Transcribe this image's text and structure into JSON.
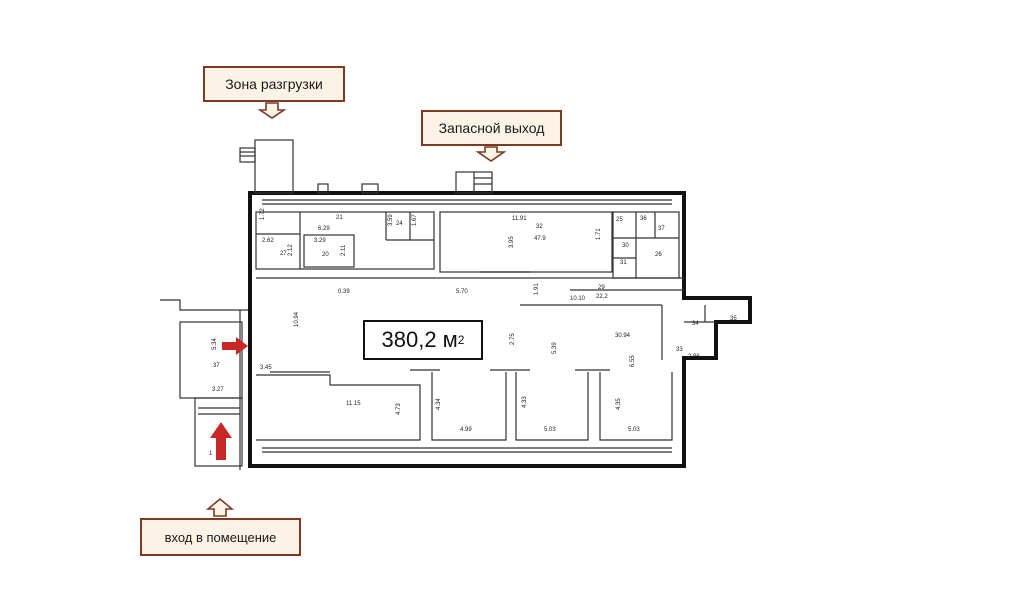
{
  "callouts": {
    "unloading_zone": "Зона разгрузки",
    "emergency_exit": "Запасной выход",
    "entrance": "вход в помещение"
  },
  "area": {
    "value": "380,2 м",
    "unit_sup": "2"
  },
  "labels": [
    {
      "text": "1.72"
    },
    {
      "text": "6.29"
    },
    {
      "text": "21"
    },
    {
      "text": "3.59"
    },
    {
      "text": "24"
    },
    {
      "text": "1.67"
    },
    {
      "text": "2.62"
    },
    {
      "text": "3.29"
    },
    {
      "text": "27"
    },
    {
      "text": "2.12"
    },
    {
      "text": "20"
    },
    {
      "text": "2.11"
    },
    {
      "text": "11.91"
    },
    {
      "text": "32"
    },
    {
      "text": "47.9"
    },
    {
      "text": "3.95"
    },
    {
      "text": "1.71"
    },
    {
      "text": "25"
    },
    {
      "text": "36"
    },
    {
      "text": "37"
    },
    {
      "text": "30"
    },
    {
      "text": "31"
    },
    {
      "text": "26"
    },
    {
      "text": "0.39"
    },
    {
      "text": "5.70"
    },
    {
      "text": "1.91"
    },
    {
      "text": "10.10"
    },
    {
      "text": "29"
    },
    {
      "text": "22.2"
    },
    {
      "text": "10.94"
    },
    {
      "text": "2.75"
    },
    {
      "text": "30.94"
    },
    {
      "text": "34"
    },
    {
      "text": "35"
    },
    {
      "text": "33"
    },
    {
      "text": "2.86"
    },
    {
      "text": "3.45"
    },
    {
      "text": "5.39"
    },
    {
      "text": "6.55"
    },
    {
      "text": "11.15"
    },
    {
      "text": "4.73"
    },
    {
      "text": "4.34"
    },
    {
      "text": "4.33"
    },
    {
      "text": "4.35"
    },
    {
      "text": "4.99"
    },
    {
      "text": "5.03"
    },
    {
      "text": "5.03"
    },
    {
      "text": "5.34"
    },
    {
      "text": "37"
    },
    {
      "text": "3.27"
    },
    {
      "text": "1"
    }
  ]
}
